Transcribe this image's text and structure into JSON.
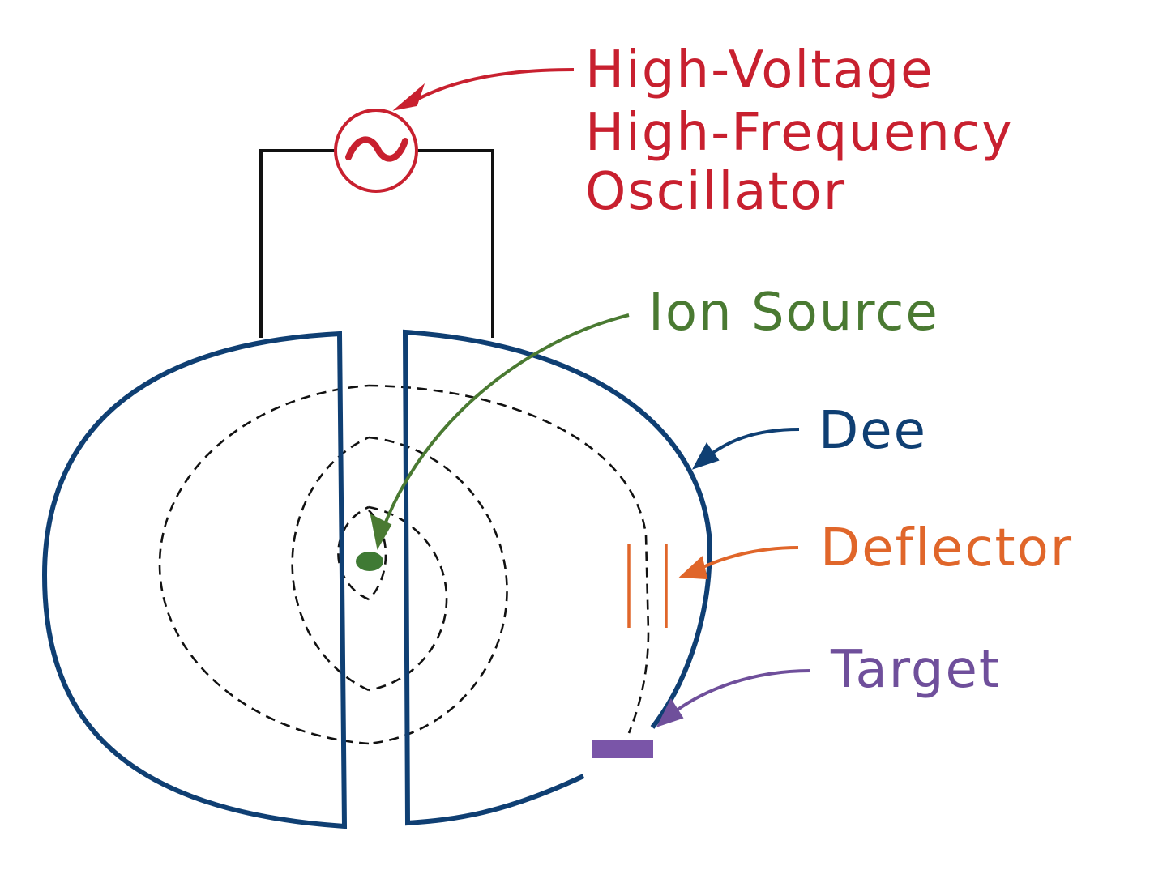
{
  "labels": {
    "oscillator_line1": "High-Voltage",
    "oscillator_line2": "High-Frequency",
    "oscillator_line3": "Oscillator",
    "ion_source": "Ion Source",
    "dee": "Dee",
    "deflector": "Deflector",
    "target": "Target",
    "oscillator_symbol": "~"
  },
  "colors": {
    "oscillator": "#c8202f",
    "ion_source": "#4a7a32",
    "dee": "#0f3f73",
    "deflector": "#e0662a",
    "target": "#6f4f9b",
    "wire": "#111111",
    "path": "#111111"
  }
}
